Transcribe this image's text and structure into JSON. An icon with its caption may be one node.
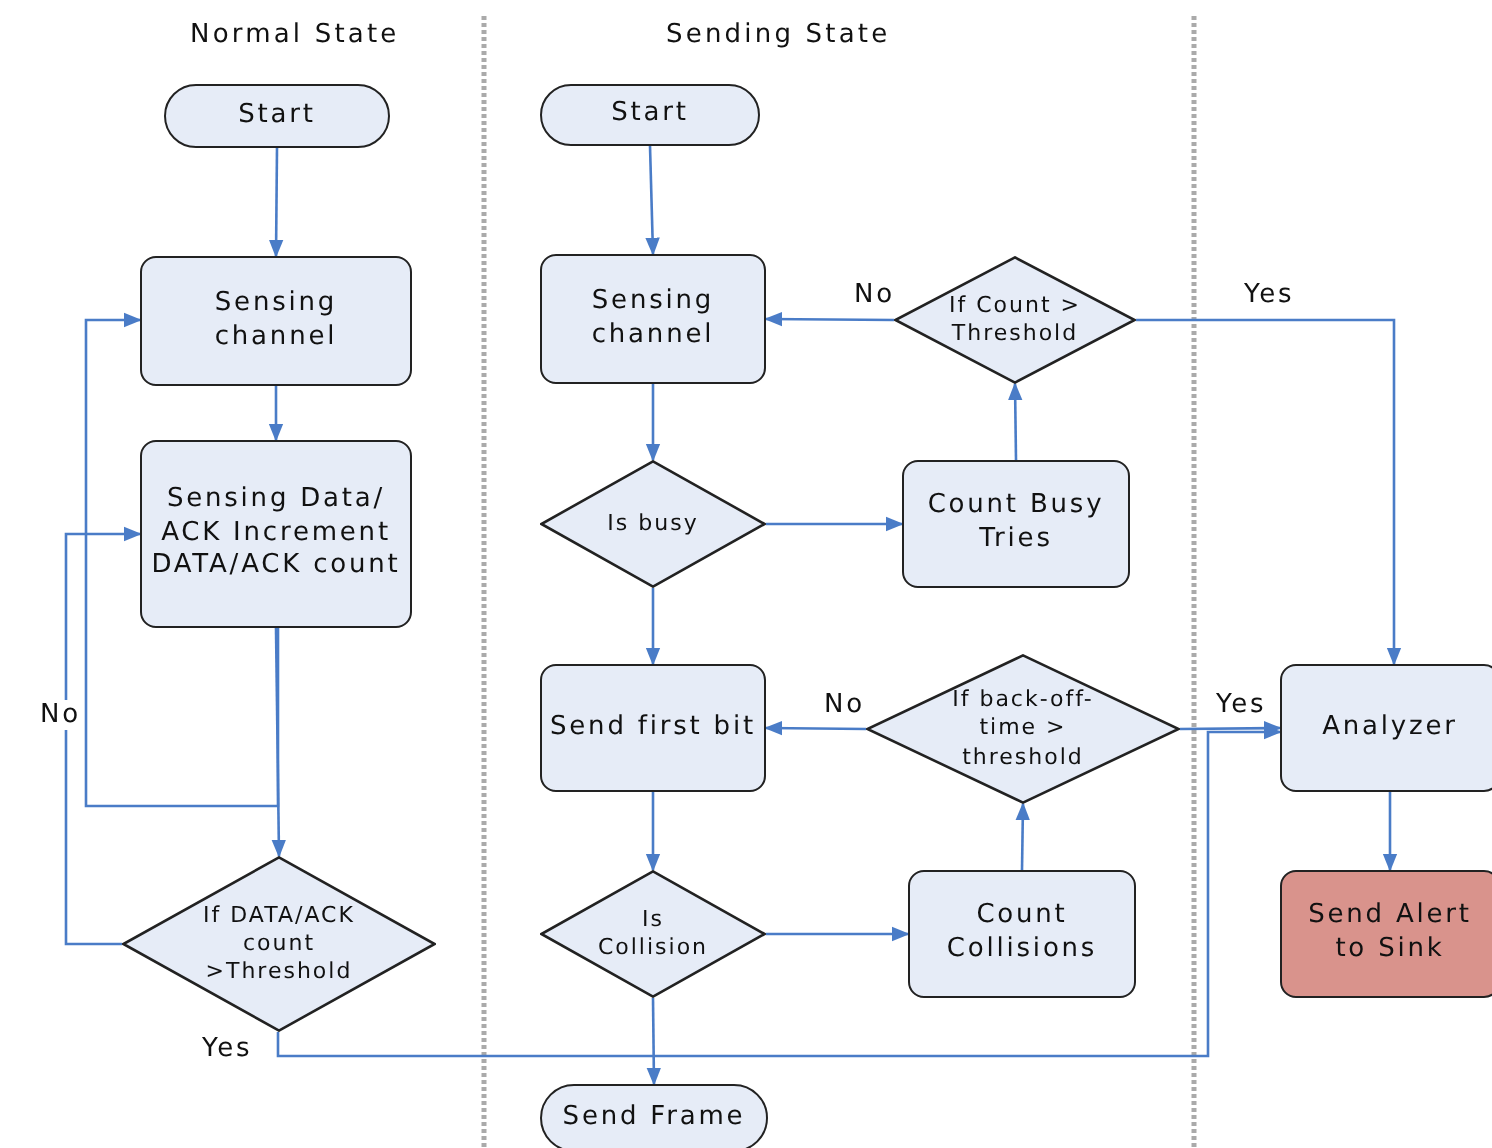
{
  "diagram": {
    "nodes": [
      {
        "text": [
          "Start"
        ]
      },
      {
        "text": [
          "Sensing channel"
        ]
      },
      {
        "text": [
          "Sensing Data/ ACK Increment DATA/ACK count"
        ]
      },
      {
        "text": [
          "If DATA/ACK count >Threshold"
        ]
      },
      {
        "text": [
          "Start"
        ]
      },
      {
        "text": [
          "Sensing channel"
        ]
      },
      {
        "text": [
          "If Count > Threshold"
        ]
      },
      {
        "text": [
          "Is busy"
        ]
      },
      {
        "text": [
          "Count Busy Tries"
        ]
      },
      {
        "text": [
          "Send first bit"
        ]
      },
      {
        "text": [
          "If back-off-time > threshold"
        ]
      },
      {
        "text": [
          "Is Collision"
        ]
      },
      {
        "text": [
          "Count Collisions"
        ]
      },
      {
        "text": [
          "Send Frame"
        ]
      },
      {
        "text": [
          "Analyzer"
        ]
      },
      {
        "text": [
          "Send Alert to Sink"
        ]
      }
    ],
    "edges": [
      {
        "from": 0,
        "to": 1,
        "arrow": "to"
      },
      {
        "from": 1,
        "to": 2,
        "arrow": "to"
      },
      {
        "from": 2,
        "to": 3,
        "arrow": "to"
      },
      {
        "from": 3,
        "to": 2,
        "arrow": "to",
        "label": "No"
      },
      {
        "from": 2,
        "to": 1,
        "arrow": "to"
      },
      {
        "from": 3,
        "to": 14,
        "arrow": "to",
        "label": "Yes"
      },
      {
        "from": 4,
        "to": 5,
        "arrow": "to"
      },
      {
        "from": 5,
        "to": 7,
        "arrow": "to"
      },
      {
        "from": 7,
        "to": 8,
        "arrow": "to"
      },
      {
        "from": 8,
        "to": 6,
        "arrow": "to"
      },
      {
        "from": 6,
        "to": 5,
        "arrow": "to",
        "label": "No"
      },
      {
        "from": 6,
        "to": 14,
        "arrow": "to",
        "label": "Yes"
      },
      {
        "from": 7,
        "to": 9,
        "arrow": "to"
      },
      {
        "from": 9,
        "to": 11,
        "arrow": "to"
      },
      {
        "from": 11,
        "to": 12,
        "arrow": "to"
      },
      {
        "from": 12,
        "to": 10,
        "arrow": "to"
      },
      {
        "from": 10,
        "to": 9,
        "arrow": "to",
        "label": "No"
      },
      {
        "from": 10,
        "to": 14,
        "arrow": "to",
        "label": "Yes"
      },
      {
        "from": 11,
        "to": 13,
        "arrow": "to"
      },
      {
        "from": 14,
        "to": 15,
        "arrow": "to"
      }
    ],
    "labels": [
      "Normal State",
      "Sending State"
    ]
  }
}
